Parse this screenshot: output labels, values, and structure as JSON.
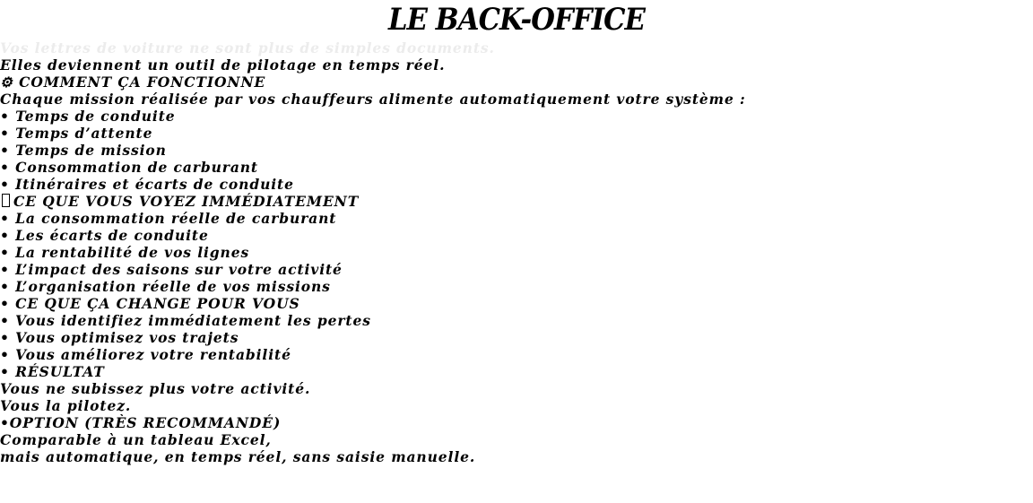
{
  "title": "LE BACK-OFFICE",
  "intro": {
    "faded_line": "Vos lettres de voiture ne sont plus de simples documents.",
    "line2": "Elles deviennent un outil de pilotage en temps réel."
  },
  "how_it_works": {
    "icon": "gear-icon",
    "icon_glyph": "⚙",
    "heading": "COMMENT ÇA FONCTIONNE",
    "lead": "Chaque mission réalisée par vos chauffeurs alimente automatiquement votre système :",
    "items": [
      "• Temps de conduite",
      "• Temps d’attente",
      "• Temps de mission",
      "• Consommation de carburant",
      "• Itinéraires et écarts de conduite"
    ]
  },
  "what_you_see": {
    "icon": "missing-glyph-icon",
    "heading": "CE QUE VOUS VOYEZ IMMÉDIATEMENT",
    "items": [
      "• La consommation réelle de carburant",
      "• Les écarts de conduite",
      "• La rentabilité de vos lignes",
      "• L’impact des saisons sur votre activité",
      "• L’organisation réelle de vos missions"
    ]
  },
  "what_changes": {
    "heading": "• CE QUE ÇA CHANGE POUR VOUS",
    "items": [
      "• Vous identifiez immédiatement les pertes",
      "• Vous optimisez vos trajets",
      "• Vous améliorez votre rentabilité"
    ]
  },
  "result": {
    "heading": "• RÉSULTAT",
    "lines": [
      "Vous ne subissez plus votre activité.",
      "Vous la pilotez."
    ]
  },
  "option": {
    "heading": "•OPTION (TRÈS RECOMMANDÉ)",
    "lines": [
      "Comparable à un tableau Excel,",
      "mais automatique, en temps réel, sans saisie manuelle."
    ]
  }
}
